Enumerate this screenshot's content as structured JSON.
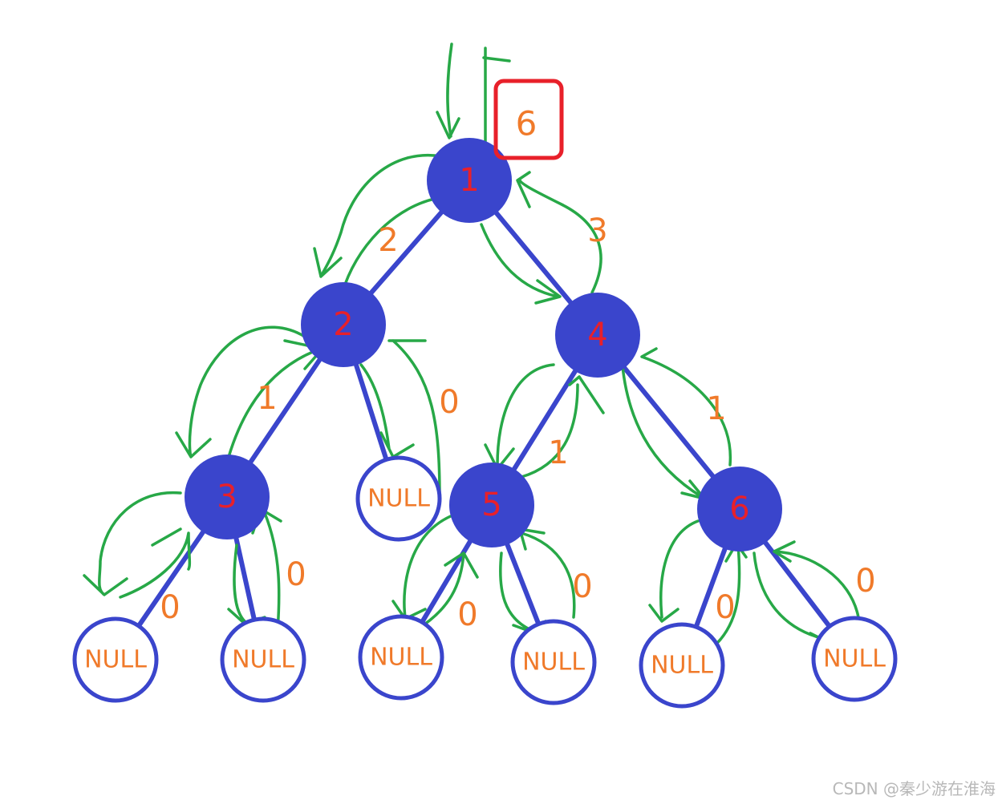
{
  "diagram": {
    "nodes": [
      {
        "id": "n1",
        "label": "1",
        "type": "value"
      },
      {
        "id": "n2",
        "label": "2",
        "type": "value"
      },
      {
        "id": "n4",
        "label": "4",
        "type": "value"
      },
      {
        "id": "n3",
        "label": "3",
        "type": "value"
      },
      {
        "id": "n5",
        "label": "5",
        "type": "value"
      },
      {
        "id": "n6",
        "label": "6",
        "type": "value"
      },
      {
        "id": "null_2r",
        "label": "NULL",
        "type": "null"
      },
      {
        "id": "null_3l",
        "label": "NULL",
        "type": "null"
      },
      {
        "id": "null_3r",
        "label": "NULL",
        "type": "null"
      },
      {
        "id": "null_5l",
        "label": "NULL",
        "type": "null"
      },
      {
        "id": "null_5r",
        "label": "NULL",
        "type": "null"
      },
      {
        "id": "null_6l",
        "label": "NULL",
        "type": "null"
      },
      {
        "id": "null_6r",
        "label": "NULL",
        "type": "null"
      }
    ],
    "edges": [
      {
        "from": "n1",
        "to": "n2"
      },
      {
        "from": "n1",
        "to": "n4"
      },
      {
        "from": "n2",
        "to": "n3"
      },
      {
        "from": "n2",
        "to": "null_2r"
      },
      {
        "from": "n4",
        "to": "n5"
      },
      {
        "from": "n4",
        "to": "n6"
      },
      {
        "from": "n3",
        "to": "null_3l"
      },
      {
        "from": "n3",
        "to": "null_3r"
      },
      {
        "from": "n5",
        "to": "null_5l"
      },
      {
        "from": "n5",
        "to": "null_5r"
      },
      {
        "from": "n6",
        "to": "null_6l"
      },
      {
        "from": "n6",
        "to": "null_6r"
      }
    ],
    "return_counts": [
      {
        "id": "c_n2",
        "label": "2"
      },
      {
        "id": "c_n4",
        "label": "3"
      },
      {
        "id": "c_n3",
        "label": "1"
      },
      {
        "id": "c_null2r",
        "label": "0"
      },
      {
        "id": "c_n5",
        "label": "1"
      },
      {
        "id": "c_n6",
        "label": "1"
      },
      {
        "id": "c_null3l",
        "label": "0"
      },
      {
        "id": "c_null3r",
        "label": "0"
      },
      {
        "id": "c_null5l",
        "label": "0"
      },
      {
        "id": "c_null5r",
        "label": "0"
      },
      {
        "id": "c_null6l",
        "label": "0"
      },
      {
        "id": "c_null6r",
        "label": "0"
      }
    ],
    "result": "6"
  },
  "colors": {
    "node": "#3a45cc",
    "node_label": "#e8202a",
    "count": "#f07a2a",
    "trace": "#27a847",
    "result_box": "#e8202a"
  },
  "watermark": "CSDN @秦少游在淮海"
}
